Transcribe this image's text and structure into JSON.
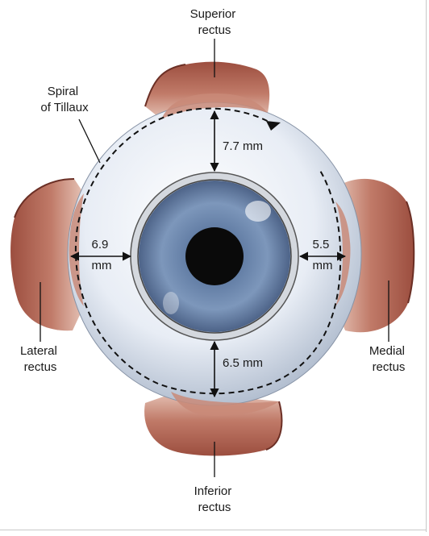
{
  "labels": {
    "superior": [
      "Superior",
      "rectus"
    ],
    "spiral": [
      "Spiral",
      "of Tillaux"
    ],
    "lateral": [
      "Lateral",
      "rectus"
    ],
    "medial": [
      "Medial",
      "rectus"
    ],
    "inferior": [
      "Inferior",
      "rectus"
    ]
  },
  "measurements": {
    "superior": "7.7 mm",
    "lateral": [
      "6.9",
      "mm"
    ],
    "medial": [
      "5.5",
      "mm"
    ],
    "inferior": "6.5 mm"
  },
  "colors": {
    "muscle": "#b86a58",
    "muscle_dark": "#7a3a2e",
    "sclera": "#e9eef6",
    "iris": "#6e87aa",
    "pupil": "#0a0a0a",
    "limbus_ring": "#c9cdd3"
  },
  "icons": {
    "arrow": "double-headed-arrow-icon",
    "spiral_arrowhead": "triangle-arrowhead-icon"
  }
}
